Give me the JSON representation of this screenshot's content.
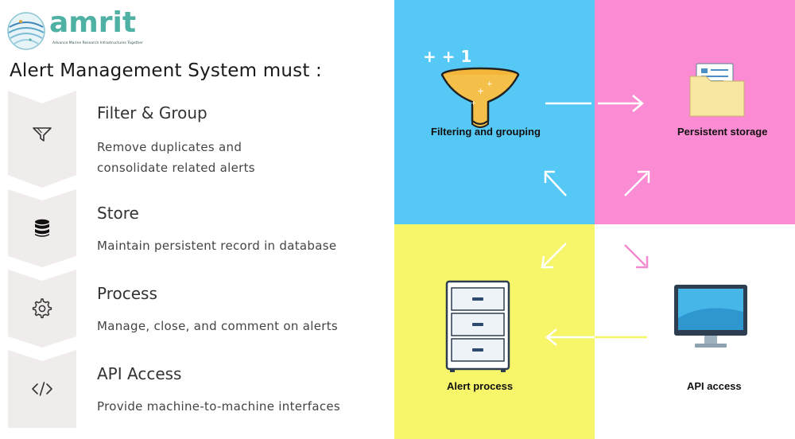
{
  "logo": {
    "wordmark": "amrit",
    "tagline": "Advance Marine Research Infrastructures Together"
  },
  "heading": "Alert Management System must :",
  "items": [
    {
      "title": "Filter & Group",
      "desc": [
        "Remove duplicates and",
        "consolidate related alerts"
      ],
      "icon": "filter-icon"
    },
    {
      "title": "Store",
      "desc": [
        "Maintain persistent record in database"
      ],
      "icon": "database-icon"
    },
    {
      "title": "Process",
      "desc": [
        "Manage, close, and comment on alerts"
      ],
      "icon": "gear-icon"
    },
    {
      "title": "API Access",
      "desc": [
        "Provide machine-to-machine interfaces"
      ],
      "icon": "code-icon"
    }
  ],
  "diagram": {
    "filtering": "Filtering and grouping",
    "storage": "Persistent storage",
    "process": "Alert process",
    "api": "API access",
    "funnel_marks": "+ + 1"
  },
  "colors": {
    "blue": "#55c8f6",
    "pink": "#fb8bd2",
    "yellow": "#f7f56a",
    "brand": "#4fb0a4"
  }
}
